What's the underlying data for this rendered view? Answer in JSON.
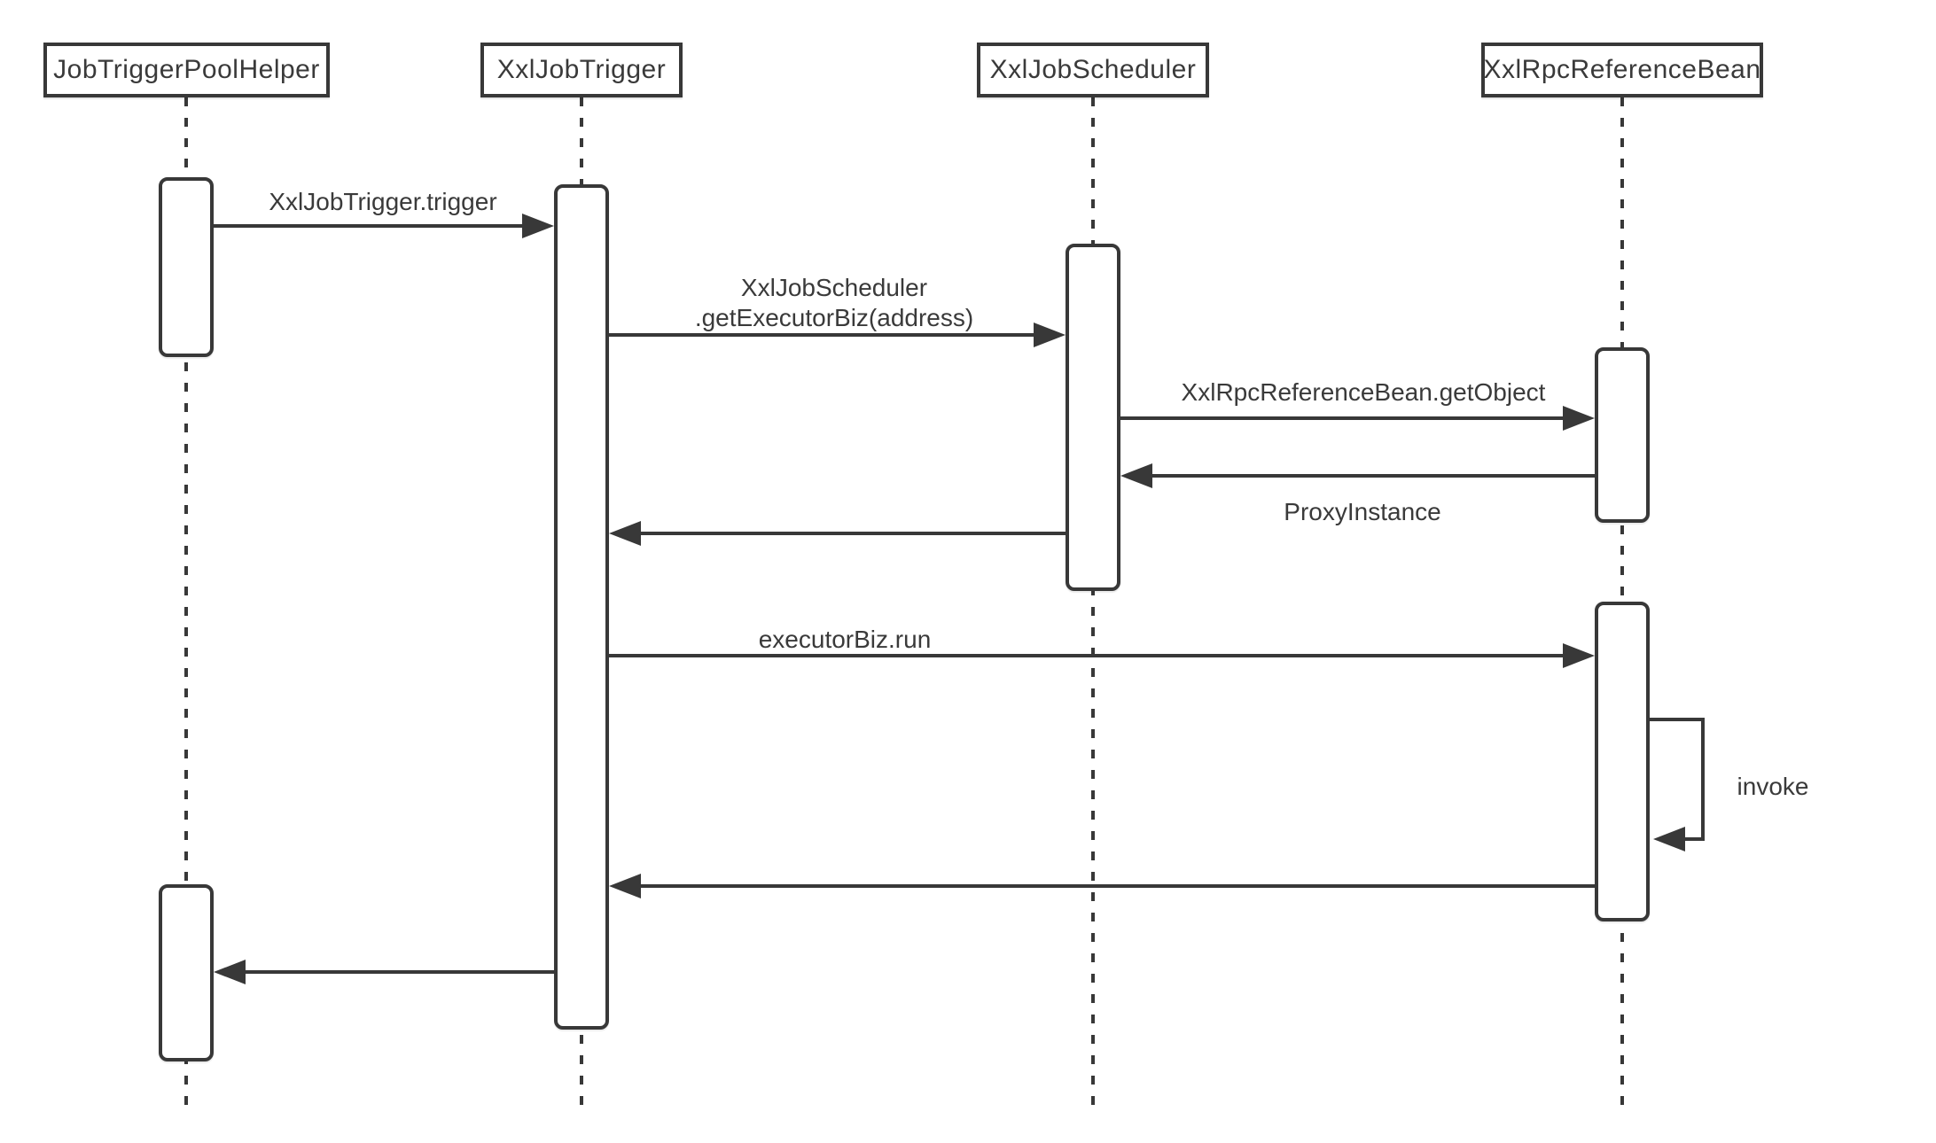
{
  "diagram": {
    "type": "uml-sequence-diagram",
    "colors": {
      "background": "#ffffff",
      "line": "#383838",
      "text": "#3a3a3a"
    },
    "participants": [
      {
        "label": "JobTriggerPoolHelper"
      },
      {
        "label": "XxlJobTrigger"
      },
      {
        "label": "XxlJobScheduler"
      },
      {
        "label": "XxlRpcReferenceBean"
      }
    ],
    "messages": [
      {
        "from": "JobTriggerPoolHelper",
        "to": "XxlJobTrigger",
        "kind": "call",
        "label": "XxlJobTrigger.trigger"
      },
      {
        "from": "XxlJobTrigger",
        "to": "XxlJobScheduler",
        "kind": "call",
        "label_lines": [
          "XxlJobScheduler",
          ".getExecutorBiz(address)"
        ]
      },
      {
        "from": "XxlJobScheduler",
        "to": "XxlRpcReferenceBean",
        "kind": "call",
        "label": "XxlRpcReferenceBean.getObject"
      },
      {
        "from": "XxlRpcReferenceBean",
        "to": "XxlJobScheduler",
        "kind": "return",
        "label": "ProxyInstance"
      },
      {
        "from": "XxlJobScheduler",
        "to": "XxlJobTrigger",
        "kind": "return",
        "label": ""
      },
      {
        "from": "XxlJobTrigger",
        "to": "XxlRpcReferenceBean",
        "kind": "call",
        "label": "executorBiz.run"
      },
      {
        "from": "XxlRpcReferenceBean",
        "to": "XxlRpcReferenceBean",
        "kind": "self",
        "label": "invoke"
      },
      {
        "from": "XxlRpcReferenceBean",
        "to": "XxlJobTrigger",
        "kind": "return",
        "label": ""
      },
      {
        "from": "XxlJobTrigger",
        "to": "JobTriggerPoolHelper",
        "kind": "return",
        "label": ""
      }
    ]
  }
}
